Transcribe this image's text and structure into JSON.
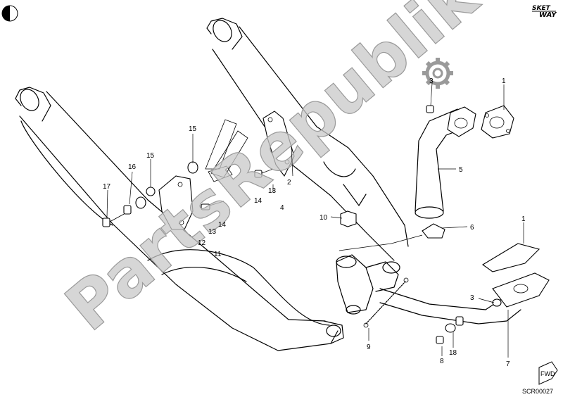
{
  "diagram": {
    "drawing_code": "SCR00027",
    "watermark": "PartsRepublik",
    "brand_logo": {
      "line1": "SKET",
      "line2": "WAY"
    },
    "fwd_label": "FWD",
    "callouts": {
      "c1a": "1",
      "c1b": "1",
      "c2": "2",
      "c3a": "3",
      "c3b": "3",
      "c4": "4",
      "c5": "5",
      "c6": "6",
      "c7": "7",
      "c8": "8",
      "c9": "9",
      "c10": "10",
      "c11": "11",
      "c12": "12",
      "c13a": "13",
      "c13b": "13",
      "c14a": "14",
      "c14b": "14",
      "c15a": "15",
      "c15b": "15",
      "c16": "16",
      "c17": "17",
      "c18": "18"
    }
  },
  "icons": {
    "corner": "half-circle-icon",
    "watermark_gear": "gear-icon",
    "fwd": "fwd-arrow-icon"
  }
}
